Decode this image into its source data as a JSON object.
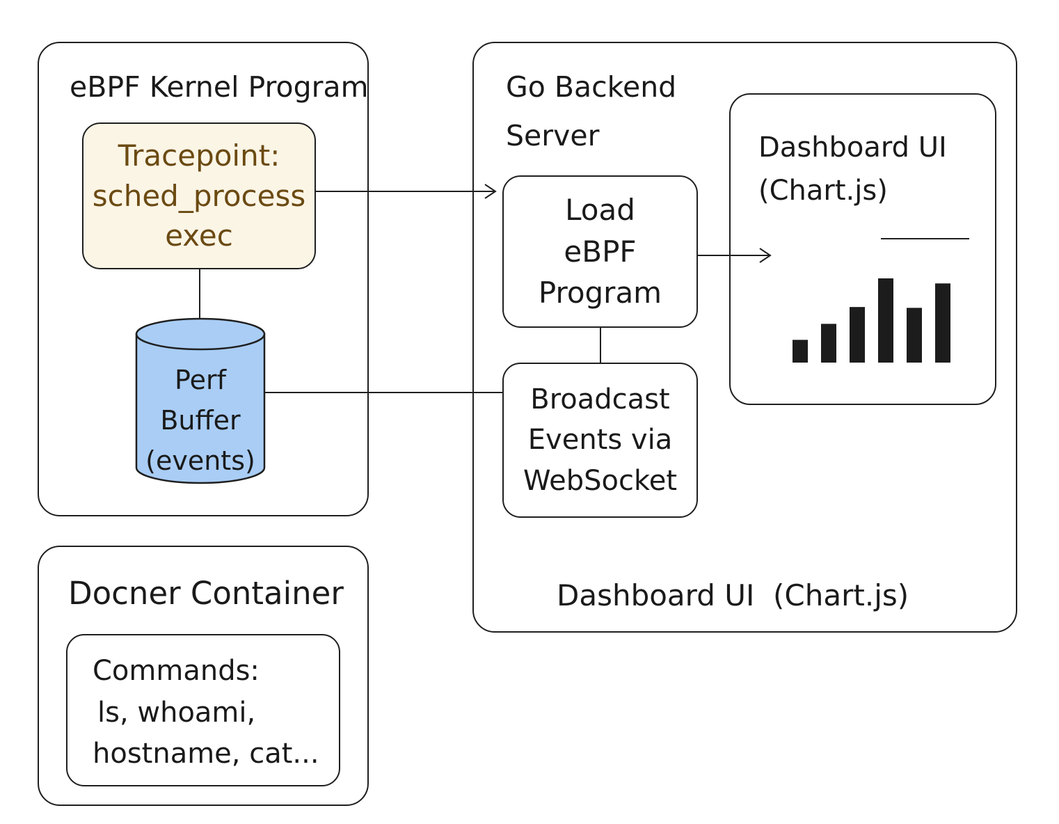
{
  "ebpf_group": {
    "title": "eBPF Kernel Program",
    "tracepoint": {
      "line1": "Tracepoint:",
      "line2": "sched_process",
      "line3": "exec"
    },
    "perf_buffer": {
      "line1": "Perf",
      "line2": "Buffer",
      "line3": "(events)"
    }
  },
  "backend_group": {
    "title_line1": "Go Backend",
    "title_line2": "Server",
    "load_program": {
      "line1": "Load",
      "line2": "eBPF",
      "line3": "Program"
    },
    "broadcast": {
      "line1": "Broadcast",
      "line2": "Events via",
      "line3": "WebSocket"
    },
    "dashboard_panel": {
      "line1": "Dashboard UI",
      "line2": "(Chart.js)",
      "bars": [
        0.27,
        0.46,
        0.66,
        1.0,
        0.65,
        0.94
      ]
    },
    "footer": "Dashboard UI  (Chart.js)"
  },
  "container_group": {
    "title": "Docner Container",
    "commands": {
      "line1": "Commands:",
      "line2": "ls, whoami,",
      "line3": "hostname, cat..."
    }
  },
  "colors": {
    "tracepoint_fill": "#fbf5e6",
    "tracepoint_text": "#6b4a12",
    "perf_buffer_fill": "#a9cdf5",
    "stroke": "#1f1f1f",
    "bar_fill": "#1c1c1c"
  }
}
